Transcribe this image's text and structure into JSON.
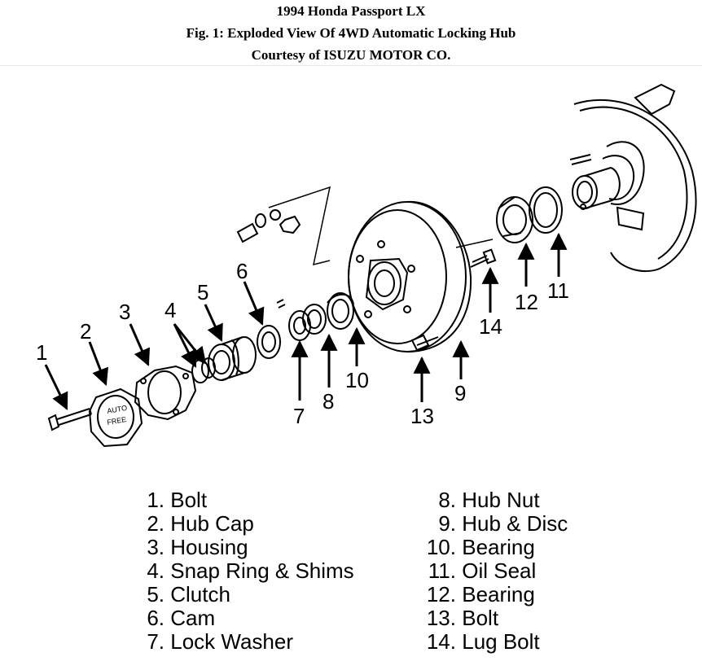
{
  "header": {
    "line1": "1994 Honda Passport LX",
    "line2": "Fig. 1: Exploded View Of 4WD Automatic Locking Hub",
    "line3": "Courtesy of ISUZU MOTOR CO."
  },
  "hub_cap_text": {
    "line1": "AUTO",
    "line2": "FREE"
  },
  "callouts": [
    "1",
    "2",
    "3",
    "4",
    "5",
    "6",
    "7",
    "8",
    "9",
    "10",
    "11",
    "12",
    "13",
    "14"
  ],
  "legend": {
    "left": [
      {
        "num": "1.",
        "label": "Bolt"
      },
      {
        "num": "2.",
        "label": "Hub Cap"
      },
      {
        "num": "3.",
        "label": "Housing"
      },
      {
        "num": "4.",
        "label": "Snap Ring & Shims"
      },
      {
        "num": "5.",
        "label": "Clutch"
      },
      {
        "num": "6.",
        "label": "Cam"
      },
      {
        "num": "7.",
        "label": "Lock Washer"
      }
    ],
    "right": [
      {
        "num": "8.",
        "label": "Hub Nut"
      },
      {
        "num": "9.",
        "label": "Hub & Disc"
      },
      {
        "num": "10.",
        "label": "Bearing"
      },
      {
        "num": "11.",
        "label": "Oil Seal"
      },
      {
        "num": "12.",
        "label": "Bearing"
      },
      {
        "num": "13.",
        "label": "Bolt"
      },
      {
        "num": "14.",
        "label": "Lug Bolt"
      }
    ]
  }
}
